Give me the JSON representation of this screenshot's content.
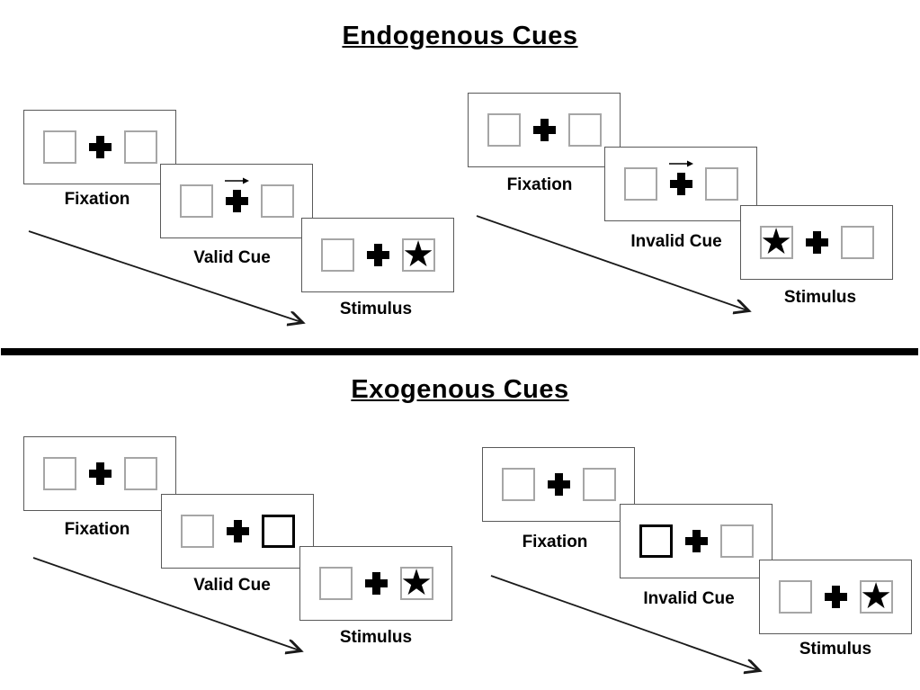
{
  "colors": {
    "ink": "#000000",
    "panel_border": "#595959",
    "box_border": "#a6a6a6",
    "highlight_border": "#000000",
    "background": "#ffffff"
  },
  "icons": {
    "star": "★",
    "fixation_cross": "plus-cross",
    "cue_arrow": "right-arrow",
    "sequence_arrow": "diagonal-arrow"
  },
  "sections": [
    {
      "title": "Endogenous Cues",
      "groups": [
        {
          "name": "endogenous-valid",
          "panels": [
            {
              "label": "Fixation"
            },
            {
              "label": "Valid Cue"
            },
            {
              "label": "Stimulus"
            }
          ]
        },
        {
          "name": "endogenous-invalid",
          "panels": [
            {
              "label": "Fixation"
            },
            {
              "label": "Invalid Cue"
            },
            {
              "label": "Stimulus"
            }
          ]
        }
      ]
    },
    {
      "title": "Exogenous Cues",
      "groups": [
        {
          "name": "exogenous-valid",
          "panels": [
            {
              "label": "Fixation"
            },
            {
              "label": "Valid Cue"
            },
            {
              "label": "Stimulus"
            }
          ]
        },
        {
          "name": "exogenous-invalid",
          "panels": [
            {
              "label": "Fixation"
            },
            {
              "label": "Invalid Cue"
            },
            {
              "label": "Stimulus"
            }
          ]
        }
      ]
    }
  ]
}
